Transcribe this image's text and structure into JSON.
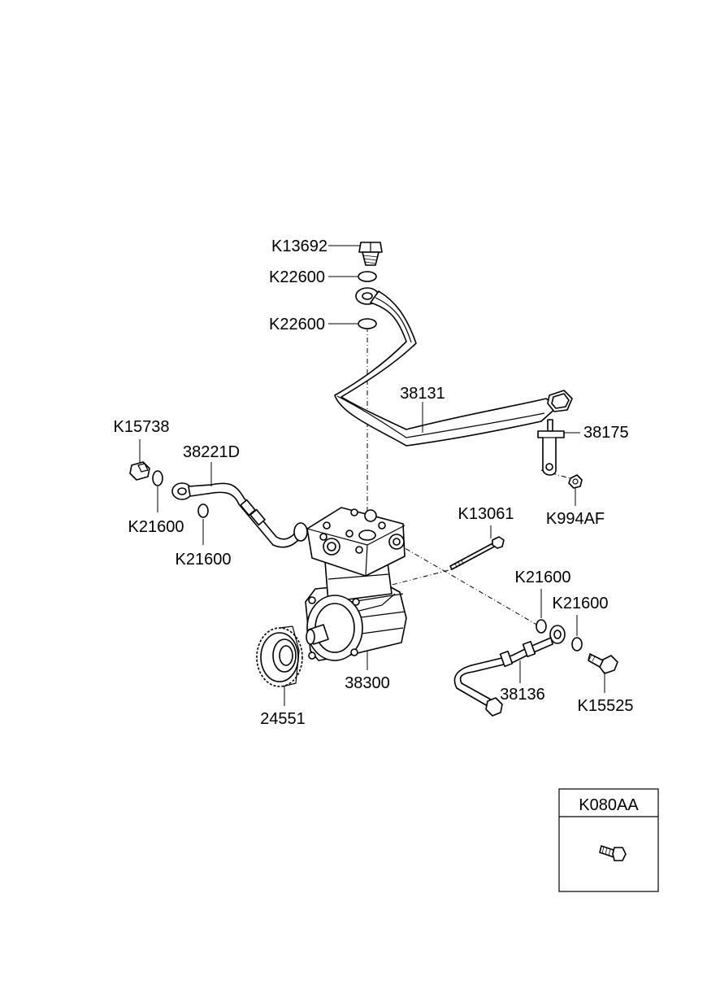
{
  "labels": {
    "k13692": "K13692",
    "k22600_top": "K22600",
    "k22600_mid": "K22600",
    "p38131": "38131",
    "k15738": "K15738",
    "p38221d": "38221D",
    "p38175": "38175",
    "k21600_a": "K21600",
    "k21600_b": "K21600",
    "k994af": "K994AF",
    "k13061": "K13061",
    "k21600_c": "K21600",
    "k21600_d": "K21600",
    "p38300": "38300",
    "p38136": "38136",
    "k15525": "K15525",
    "p24551": "24551"
  },
  "inset": {
    "title": "K080AA",
    "icon": "bolt-icon"
  }
}
